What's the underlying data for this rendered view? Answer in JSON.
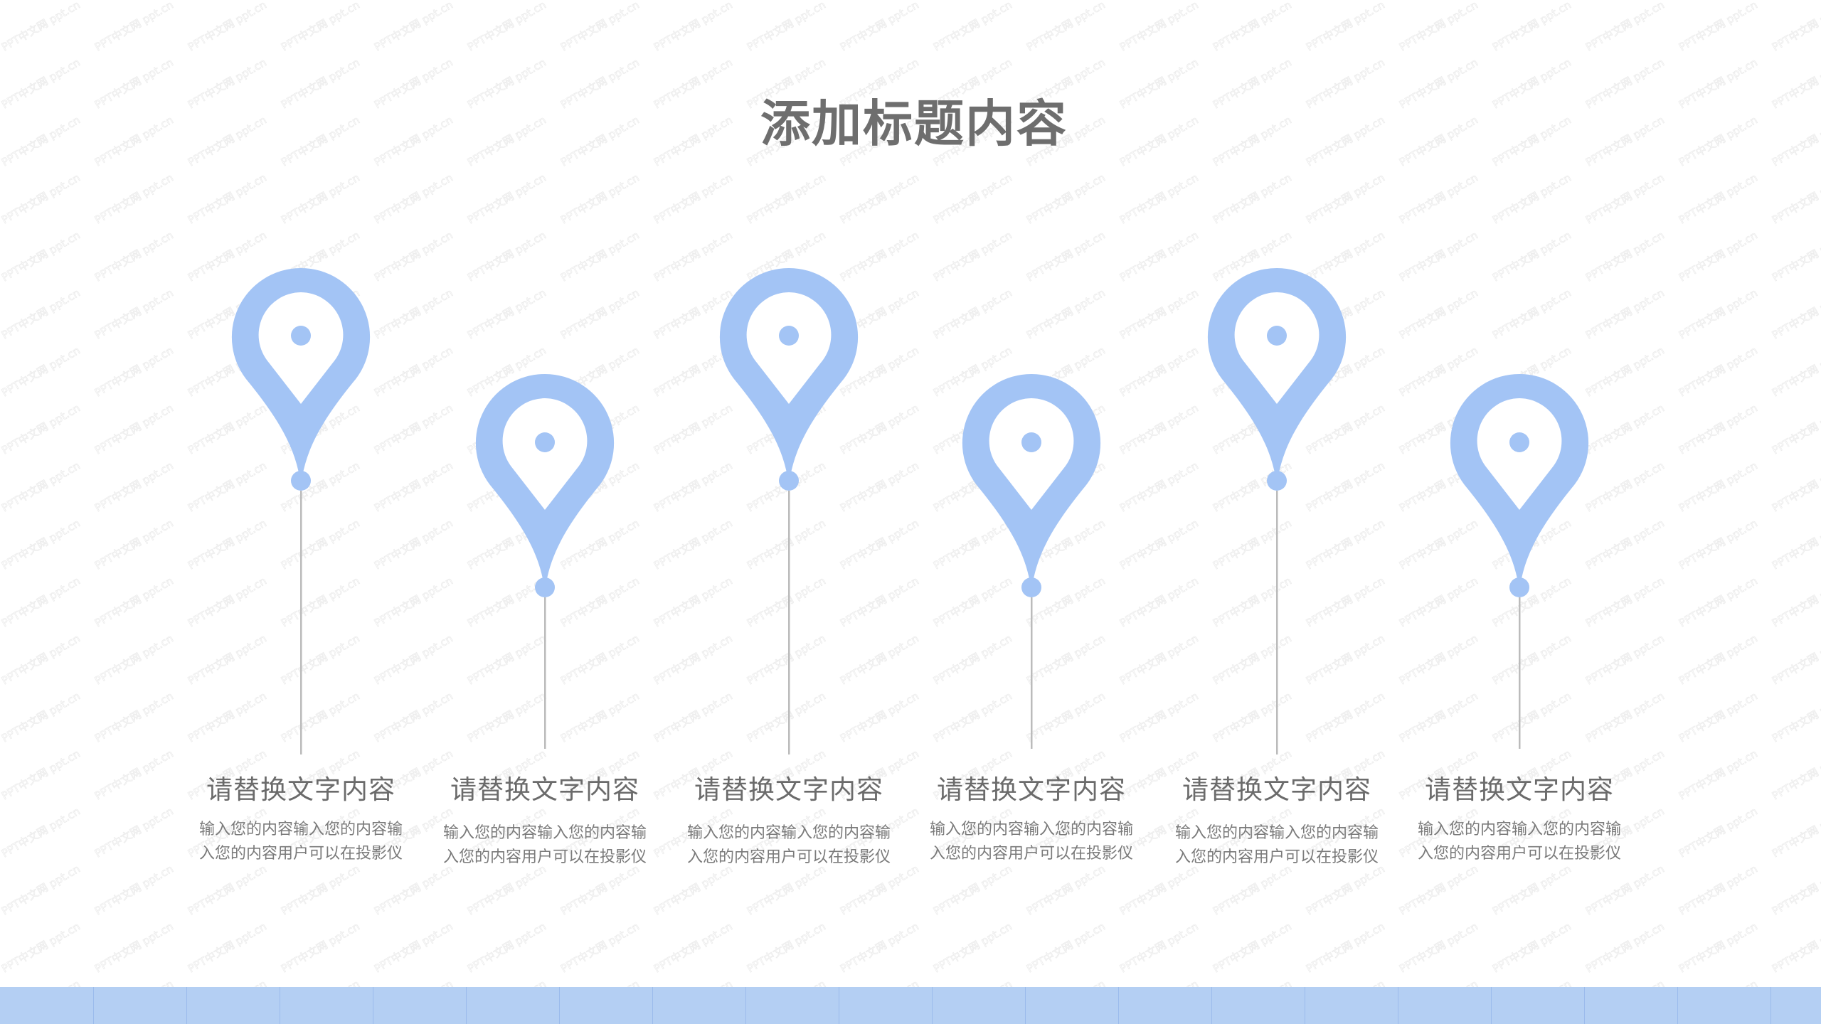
{
  "slide": {
    "title": "添加标题内容",
    "watermark_text": "PPT中文网 ppt.cn"
  },
  "colors": {
    "pin": "#a3c4f5",
    "title": "#6e6e6e",
    "heading": "#6b6b6b",
    "body": "#7a7a7a",
    "stem": "#bbbbbb",
    "bottom_band": "#b4cff3"
  },
  "items": [
    {
      "icon": "location-pin-icon",
      "heading": "请替换文字内容",
      "body_line1": "输入您的内容输入您的内容输",
      "body_line2": "入您的内容用户可以在投影仪"
    },
    {
      "icon": "location-pin-icon",
      "heading": "请替换文字内容",
      "body_line1": "输入您的内容输入您的内容输",
      "body_line2": "入您的内容用户可以在投影仪"
    },
    {
      "icon": "location-pin-icon",
      "heading": "请替换文字内容",
      "body_line1": "输入您的内容输入您的内容输",
      "body_line2": "入您的内容用户可以在投影仪"
    },
    {
      "icon": "location-pin-icon",
      "heading": "请替换文字内容",
      "body_line1": "输入您的内容输入您的内容输",
      "body_line2": "入您的内容用户可以在投影仪"
    },
    {
      "icon": "location-pin-icon",
      "heading": "请替换文字内容",
      "body_line1": "输入您的内容输入您的内容输",
      "body_line2": "入您的内容用户可以在投影仪"
    },
    {
      "icon": "location-pin-icon",
      "heading": "请替换文字内容",
      "body_line1": "输入您的内容输入您的内容输",
      "body_line2": "入您的内容用户可以在投影仪"
    }
  ]
}
